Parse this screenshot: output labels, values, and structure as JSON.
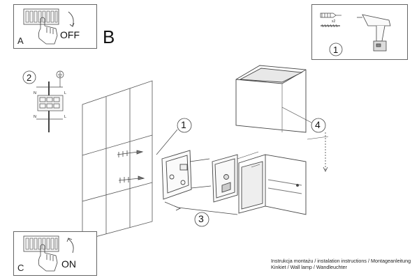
{
  "panel_a": {
    "letter": "A",
    "state": "OFF"
  },
  "panel_c": {
    "letter": "C",
    "state": "ON"
  },
  "section_b": {
    "letter": "B"
  },
  "tools_panel": {
    "step_number": "1",
    "quantity_label": "x2"
  },
  "wiring": {
    "step_number": "2",
    "terminals": [
      "N",
      "L",
      "N",
      "L"
    ]
  },
  "steps": {
    "step_1": "1",
    "step_3": "3",
    "step_4": "4"
  },
  "footer": {
    "line1": "Instrukcja montażu / instalation instructions / Montageanleitung",
    "line2": "Kinkiet / Wall lamp / Wandleuchter"
  },
  "icons": [
    "switch-panel-icon",
    "hand-pointer-icon",
    "rotate-arrow-icon",
    "drill-icon",
    "screw-anchor-icon",
    "ground-symbol-icon",
    "junction-box-icon",
    "lamp-cube-icon"
  ]
}
